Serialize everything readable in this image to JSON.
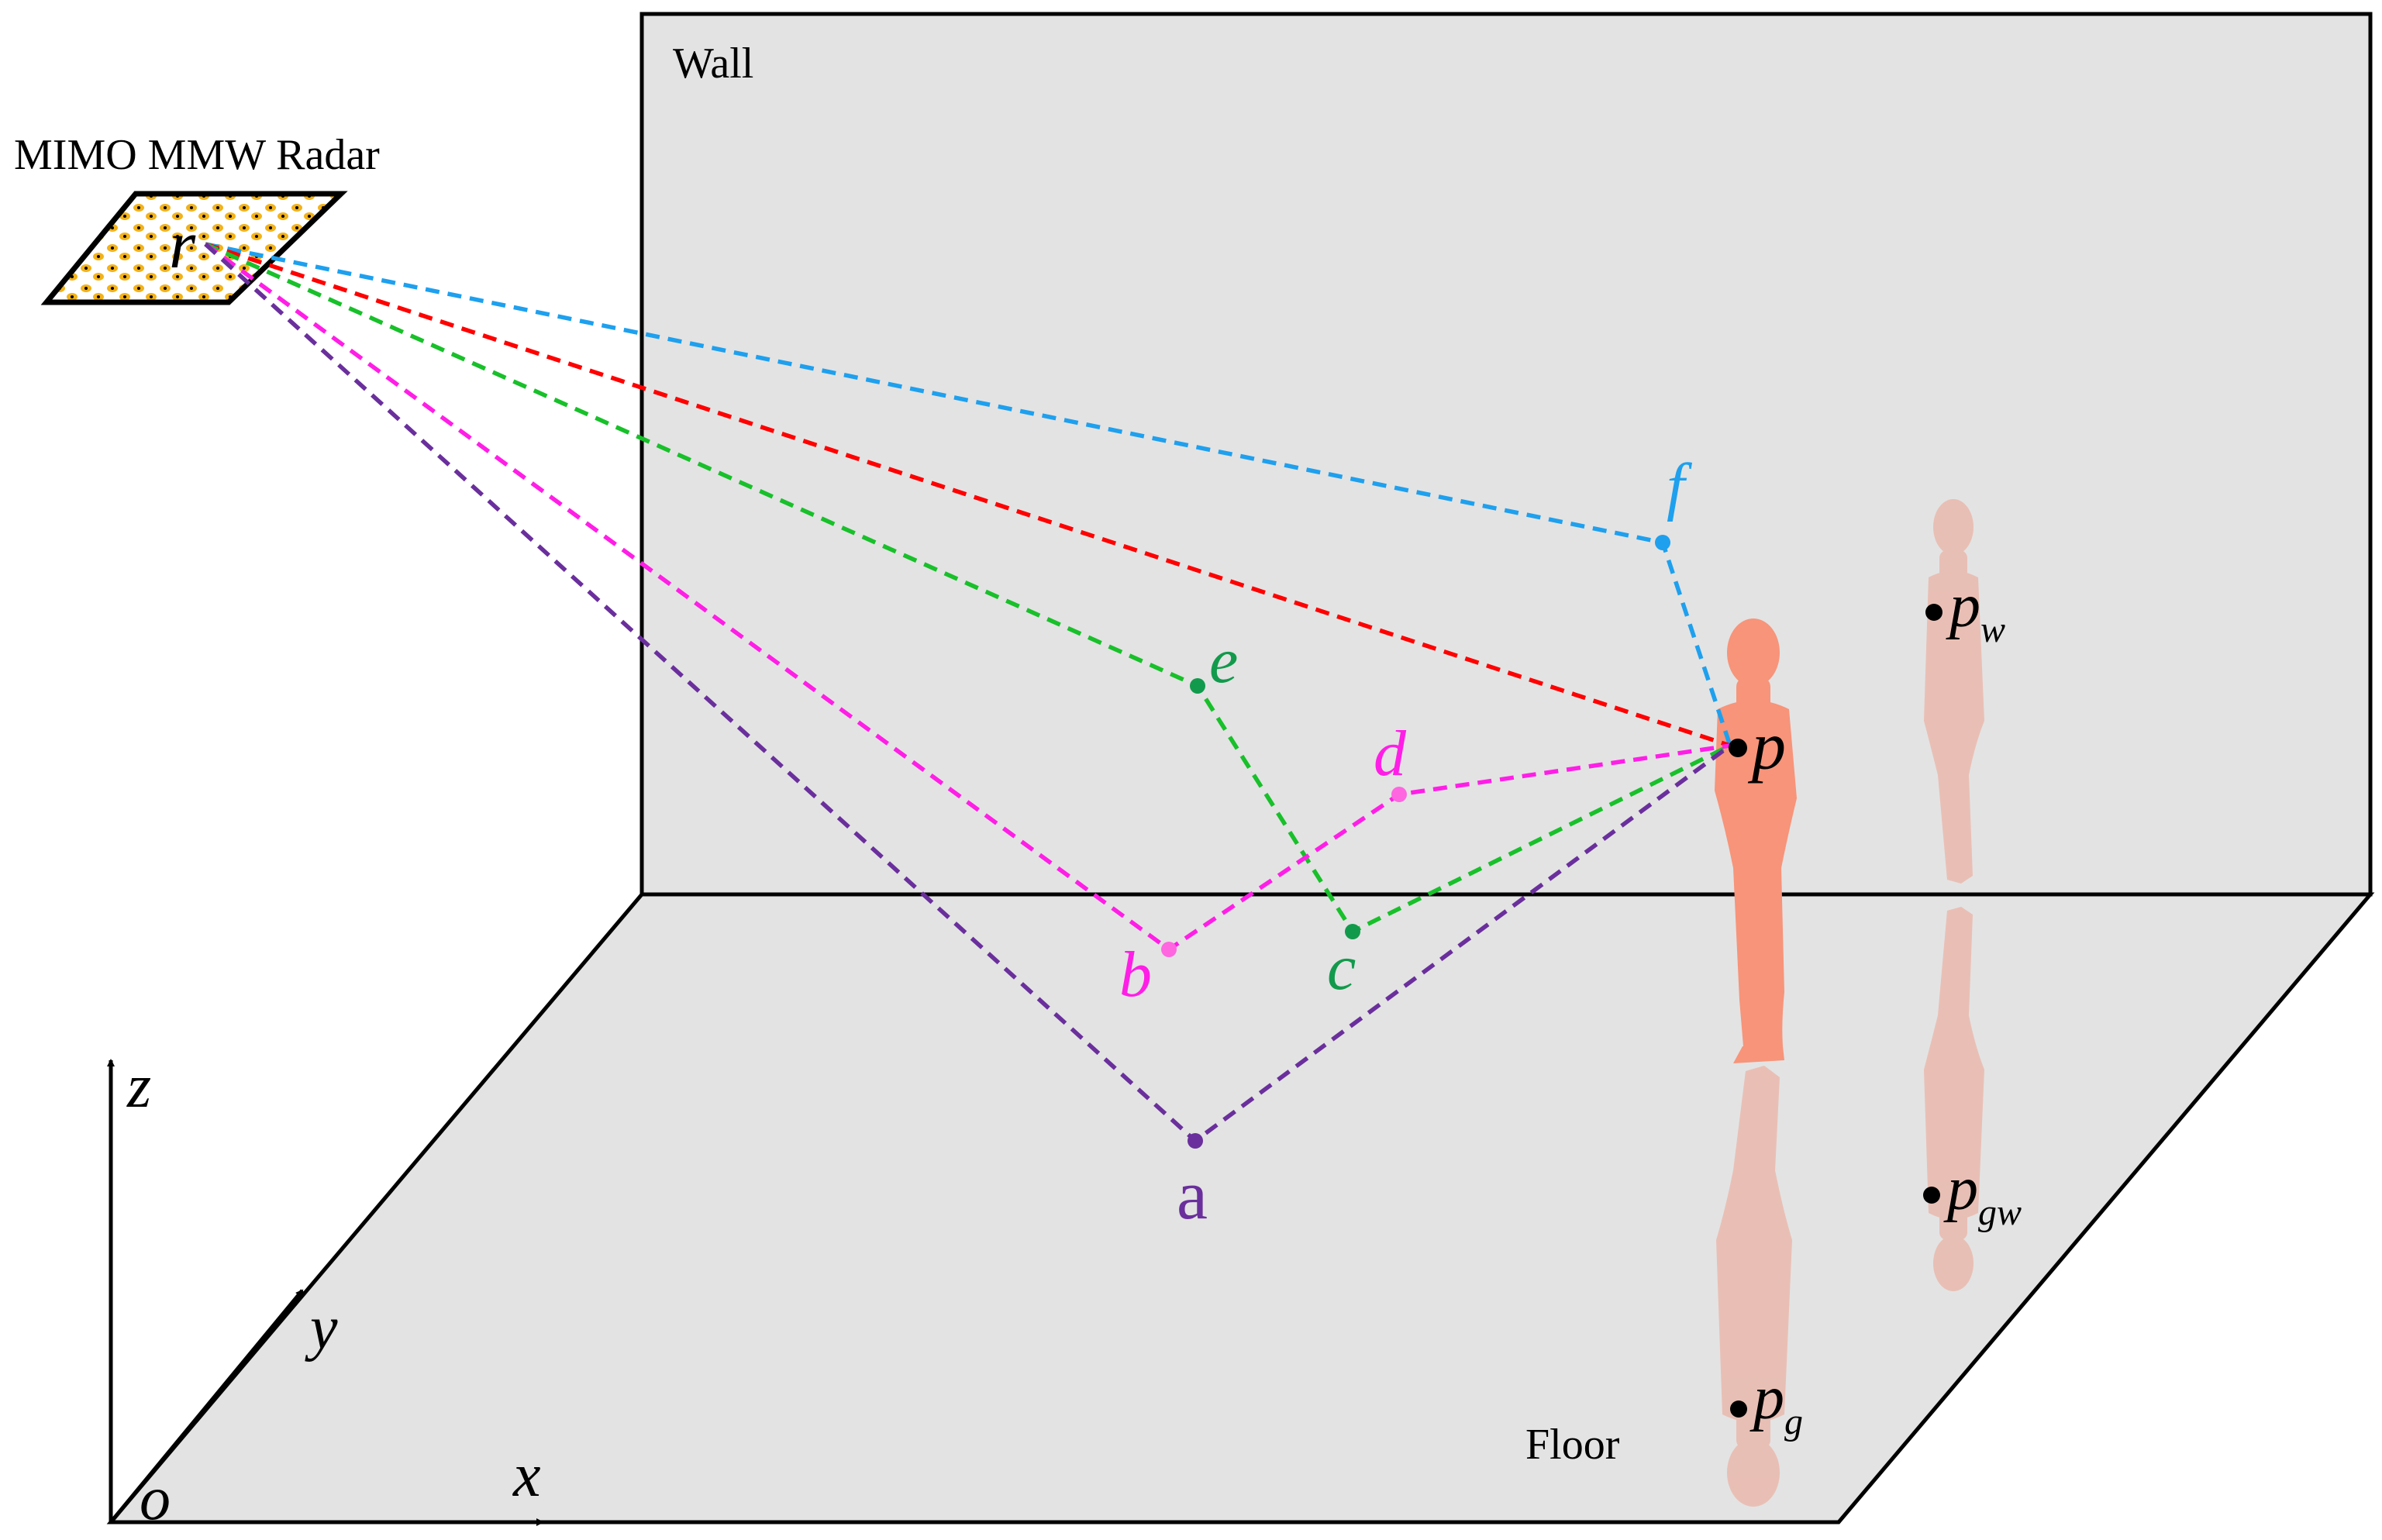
{
  "scene": {
    "wall_label": "Wall",
    "floor_label": "Floor",
    "radar_label": "MIMO MMW Radar",
    "radar_point": "r",
    "target_point": "p",
    "mirror_wall": {
      "base": "p",
      "sub": "w"
    },
    "mirror_ground_wall": {
      "base": "p",
      "sub": "gw"
    },
    "mirror_ground": {
      "base": "p",
      "sub": "g"
    }
  },
  "axes": {
    "origin": "o",
    "x": "x",
    "y": "y",
    "z": "z"
  },
  "paths": [
    {
      "id": "direct",
      "color": "#ff0000",
      "points": [
        "r",
        "p"
      ]
    },
    {
      "id": "wall",
      "color": "#1ea0ee",
      "points": [
        "r",
        "f",
        "p"
      ],
      "reflection_label": "f"
    },
    {
      "id": "floor",
      "color": "#6a2f9c",
      "points": [
        "r",
        "a",
        "p"
      ],
      "reflection_label": "a"
    },
    {
      "id": "floor-wall",
      "color": "#ff1ee6",
      "points": [
        "r",
        "b",
        "d",
        "p"
      ],
      "reflection_labels": [
        "b",
        "d"
      ]
    },
    {
      "id": "wall-floor",
      "color": "#18c02a",
      "points": [
        "r",
        "e",
        "c",
        "p"
      ],
      "reflection_labels": [
        "e",
        "c"
      ]
    }
  ],
  "colors": {
    "wall_fill": "#e3e3e3",
    "floor_fill": "#e3e3e3",
    "person": "#f7947a",
    "person_mirror": "#eab9ad",
    "label_f": "#1ea0ee",
    "label_a": "#6a2f9c",
    "label_bd": "#ff1ee6",
    "label_ec": "#129a4c"
  }
}
